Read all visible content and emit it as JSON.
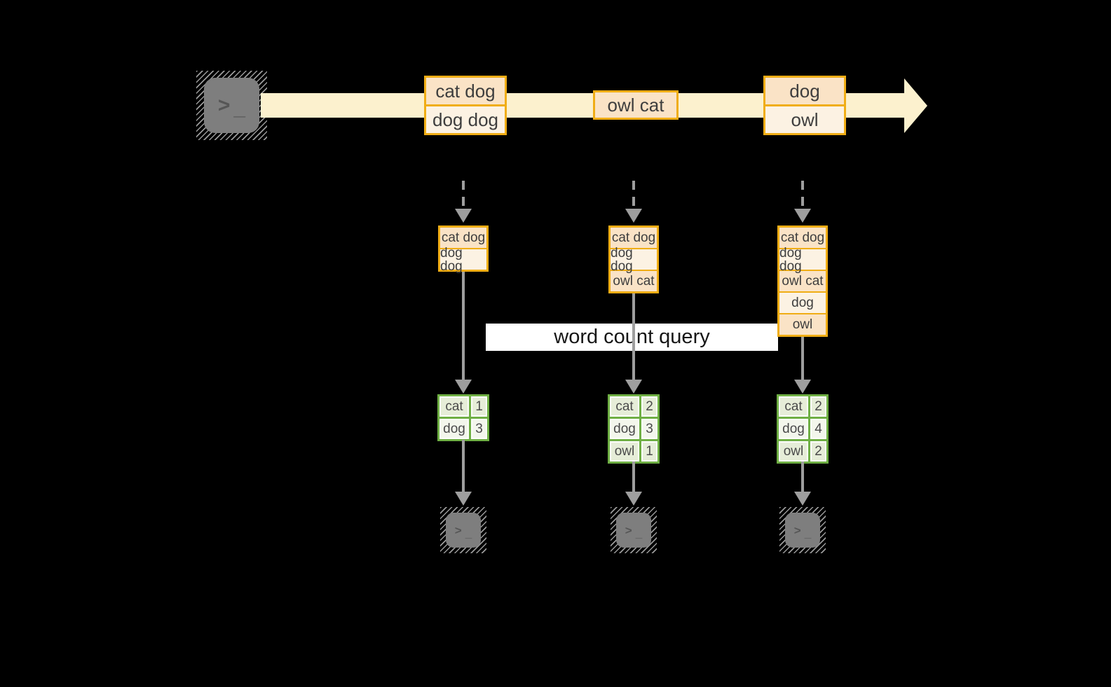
{
  "colors": {
    "background": "#000000",
    "stream_band": "#FCF1CE",
    "message_border": "#F0AD15",
    "message_fill_dark": "#FAE3C6",
    "message_fill_light": "#FCF2E3",
    "message_text": "#3E3E3E",
    "arrow_gray": "#9E9E9E",
    "terminal_gray": "#7E7E7E",
    "terminal_glyph": "#565656",
    "table_border": "#6FAF44",
    "table_fill_a": "#E6EDD8",
    "table_fill_b": "#F3F6EC",
    "table_text": "#4A4A4A",
    "banner_bg": "#FFFFFF",
    "banner_text": "#161616"
  },
  "source_terminal": {
    "glyph": ">",
    "cursor": "_"
  },
  "stream": {
    "messages": [
      {
        "rows": [
          "cat dog",
          "dog dog"
        ]
      },
      {
        "rows": [
          "owl cat"
        ]
      },
      {
        "rows": [
          "dog",
          "owl"
        ]
      }
    ]
  },
  "banner": {
    "label": "word count query"
  },
  "columns": [
    {
      "log": [
        "cat dog",
        "dog dog"
      ],
      "counts": [
        {
          "word": "cat",
          "count": "1"
        },
        {
          "word": "dog",
          "count": "3"
        }
      ]
    },
    {
      "log": [
        "cat dog",
        "dog dog",
        "owl cat"
      ],
      "counts": [
        {
          "word": "cat",
          "count": "2"
        },
        {
          "word": "dog",
          "count": "3"
        },
        {
          "word": "owl",
          "count": "1"
        }
      ]
    },
    {
      "log": [
        "cat dog",
        "dog dog",
        "owl cat",
        "dog",
        "owl"
      ],
      "counts": [
        {
          "word": "cat",
          "count": "2"
        },
        {
          "word": "dog",
          "count": "4"
        },
        {
          "word": "owl",
          "count": "2"
        }
      ]
    }
  ],
  "output_terminals": [
    {
      "glyph": ">",
      "cursor": "_"
    },
    {
      "glyph": ">",
      "cursor": "_"
    },
    {
      "glyph": ">",
      "cursor": "_"
    }
  ]
}
